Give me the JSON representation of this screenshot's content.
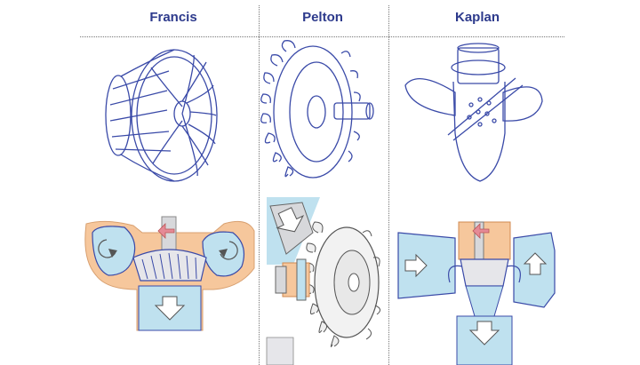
{
  "columns": [
    {
      "heading": "Francis"
    },
    {
      "heading": "Pelton"
    },
    {
      "heading": "Kaplan"
    }
  ],
  "colors": {
    "heading": "#2d3a8c",
    "line_art": "#3a4aa8",
    "water": "#bfe1ef",
    "casing": "#f6c79c",
    "arrow": "#e58a96",
    "grey": "#c9c9cc"
  }
}
